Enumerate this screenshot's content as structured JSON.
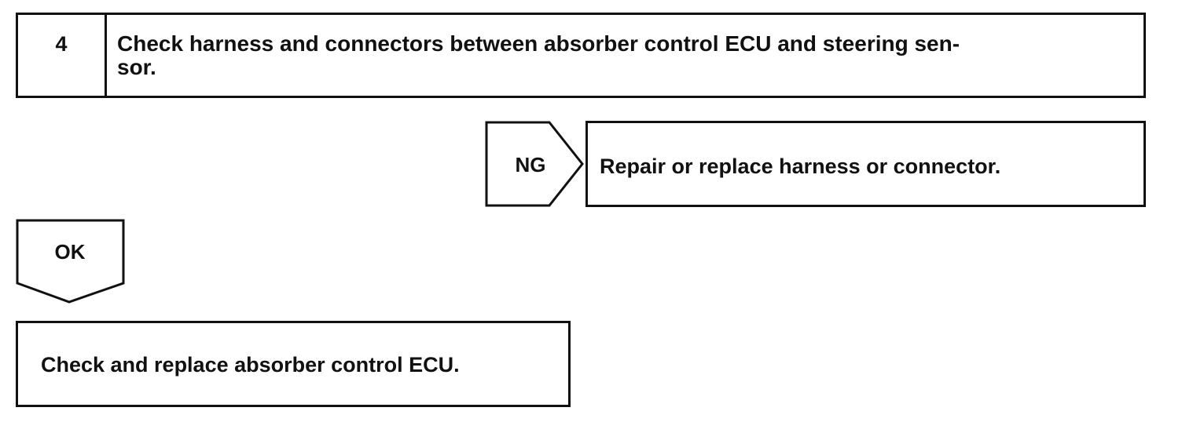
{
  "step": {
    "number": "4",
    "text": "Check harness and connectors between absorber control ECU and steering sen-sor."
  },
  "ng_branch": {
    "label": "NG",
    "action": "Repair or replace harness or connector."
  },
  "ok_branch": {
    "label": "OK",
    "action": "Check and replace absorber control ECU."
  }
}
